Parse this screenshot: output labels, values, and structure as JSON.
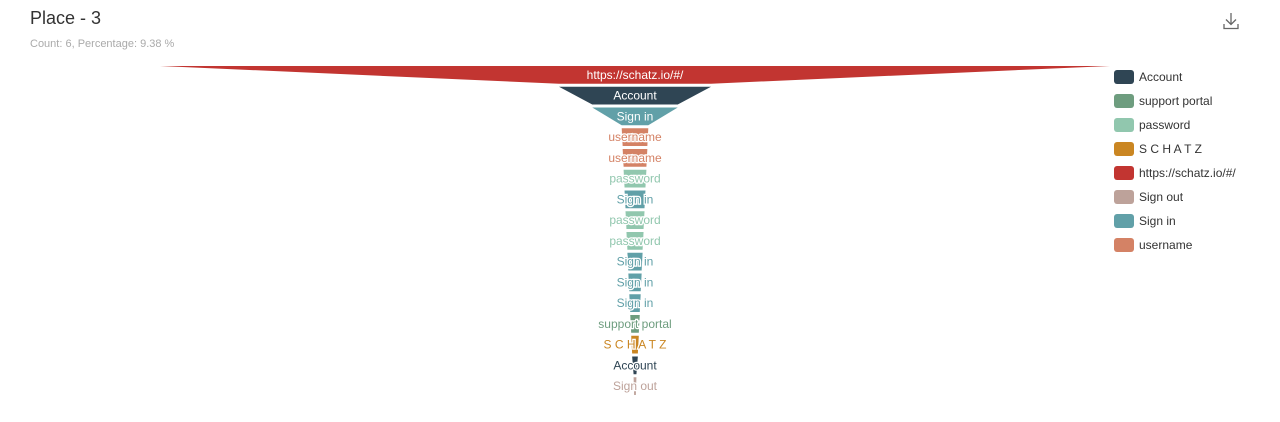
{
  "header": {
    "title": "Place - 3",
    "subtitle": "Count: 6, Percentage: 9.38 %"
  },
  "toolbar": {
    "download_icon": "download-icon"
  },
  "colors": {
    "Account": "#2f4554",
    "support portal": "#6e9d7f",
    "password": "#91c7ae",
    "S C H A T Z": "#ca8622",
    "https://schatz.io/#/": "#c23531",
    "Sign out": "#bda29a",
    "Sign in": "#61a0a8",
    "username": "#d48265"
  },
  "legend": {
    "items": [
      {
        "label": "Account",
        "color": "#2f4554"
      },
      {
        "label": "support portal",
        "color": "#6e9d7f"
      },
      {
        "label": "password",
        "color": "#91c7ae"
      },
      {
        "label": "S C H A T Z",
        "color": "#ca8622"
      },
      {
        "label": "https://schatz.io/#/",
        "color": "#c23531"
      },
      {
        "label": "Sign out",
        "color": "#bda29a"
      },
      {
        "label": "Sign in",
        "color": "#61a0a8"
      },
      {
        "label": "username",
        "color": "#d48265"
      }
    ]
  },
  "chart_data": {
    "type": "funnel",
    "sort": "descending",
    "steps": [
      {
        "name": "https://schatz.io/#/",
        "value": 100
      },
      {
        "name": "Account",
        "value": 16
      },
      {
        "name": "Sign in",
        "value": 9
      },
      {
        "name": "username",
        "value": 2.8
      },
      {
        "name": "username",
        "value": 2.6
      },
      {
        "name": "password",
        "value": 2.4
      },
      {
        "name": "Sign in",
        "value": 2.2
      },
      {
        "name": "password",
        "value": 2.0
      },
      {
        "name": "password",
        "value": 1.8
      },
      {
        "name": "Sign in",
        "value": 1.6
      },
      {
        "name": "Sign in",
        "value": 1.4
      },
      {
        "name": "Sign in",
        "value": 1.2
      },
      {
        "name": "support portal",
        "value": 1.0
      },
      {
        "name": "S C H A T Z",
        "value": 0.8
      },
      {
        "name": "Account",
        "value": 0.6
      },
      {
        "name": "Sign out",
        "value": 0.3
      }
    ]
  }
}
